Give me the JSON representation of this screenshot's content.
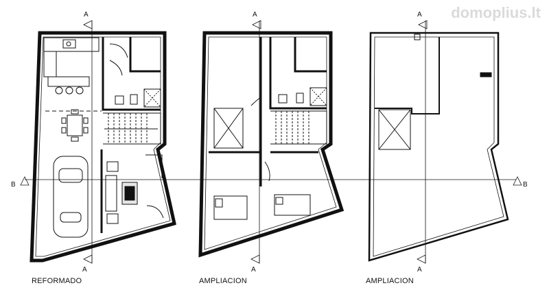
{
  "watermark": "domoplius.lt",
  "section_labels": {
    "a": "A",
    "b": "B"
  },
  "plans": [
    {
      "title": "REFORMADO"
    },
    {
      "title": "AMPLIACION"
    },
    {
      "title": "AMPLIACION"
    }
  ],
  "colors": {
    "wall": "#111111",
    "fill": "#d8d8d8"
  }
}
